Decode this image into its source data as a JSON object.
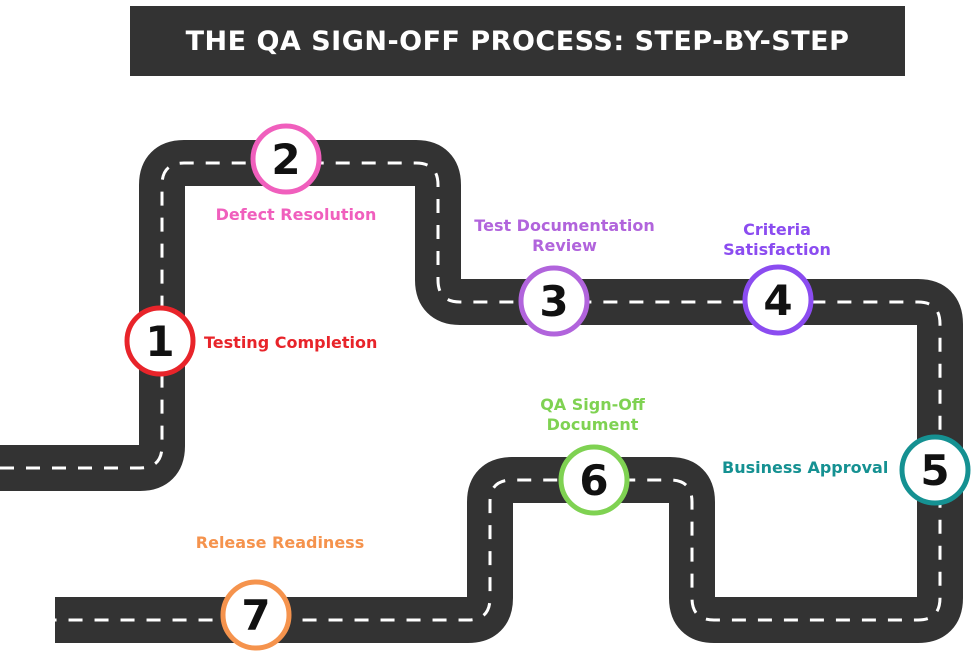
{
  "title": "THE QA SIGN-OFF PROCESS: STEP-BY-STEP",
  "colors": {
    "road": "#333333",
    "dash": "#ffffff",
    "title_bg": "#333333"
  },
  "steps": [
    {
      "number": "1",
      "label": "Testing Completion",
      "color": "#e8242a"
    },
    {
      "number": "2",
      "label": "Defect Resolution",
      "color": "#f05fbd"
    },
    {
      "number": "3",
      "label": "Test Documentation Review",
      "color": "#b164dc"
    },
    {
      "number": "4",
      "label": "Criteria Satisfaction",
      "color": "#8b4cf0"
    },
    {
      "number": "5",
      "label": "Business Approval",
      "color": "#159192"
    },
    {
      "number": "6",
      "label": "QA Sign-Off Document",
      "color": "#7fd252"
    },
    {
      "number": "7",
      "label": "Release Readiness",
      "color": "#f5934d"
    }
  ]
}
